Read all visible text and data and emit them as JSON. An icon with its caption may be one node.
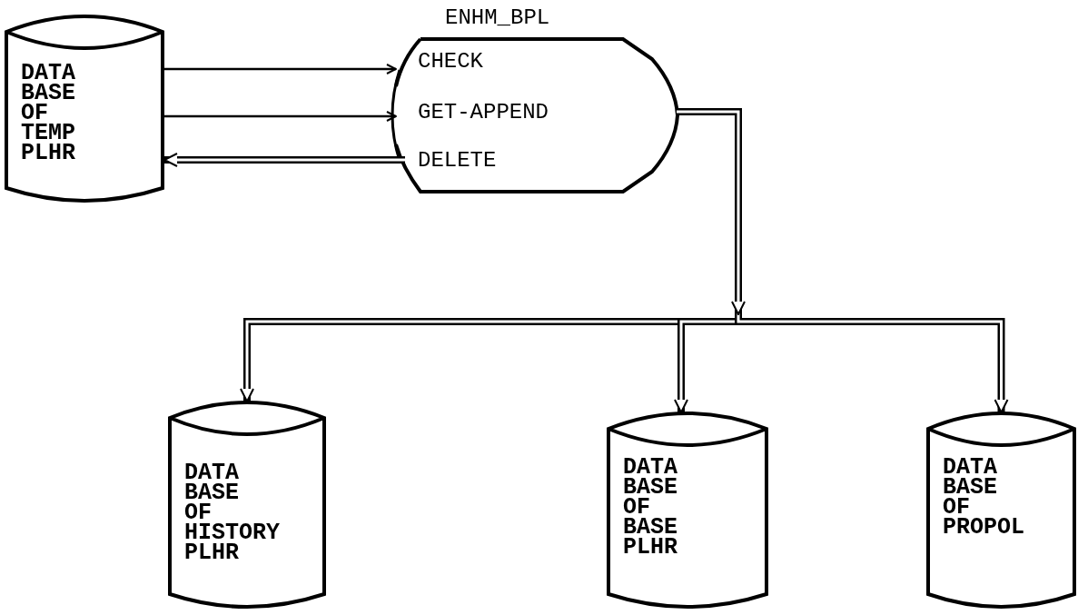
{
  "diagram": {
    "nodes": [
      {
        "text": [
          "DATA BASE OF TEMP PLHR"
        ]
      },
      {
        "text": [
          "ENHM_BPL",
          "CHECK",
          "GET-APPEND",
          "DELETE"
        ]
      },
      {
        "text": [
          "DATA BASE OF HISTORY PLHR"
        ]
      },
      {
        "text": [
          "DATA BASE OF BASE PLHR"
        ]
      },
      {
        "text": [
          "DATA BASE OF PROPOL"
        ]
      }
    ],
    "edges": [
      {
        "from": 0,
        "to": 1,
        "arrow": "to"
      },
      {
        "from": 0,
        "to": 1,
        "arrow": "to"
      },
      {
        "from": 1,
        "to": 0,
        "arrow": "to"
      },
      {
        "from": 1,
        "to": 2,
        "arrow": "to"
      },
      {
        "from": 1,
        "to": 3,
        "arrow": "to"
      },
      {
        "from": 1,
        "to": 4,
        "arrow": "to"
      }
    ]
  }
}
